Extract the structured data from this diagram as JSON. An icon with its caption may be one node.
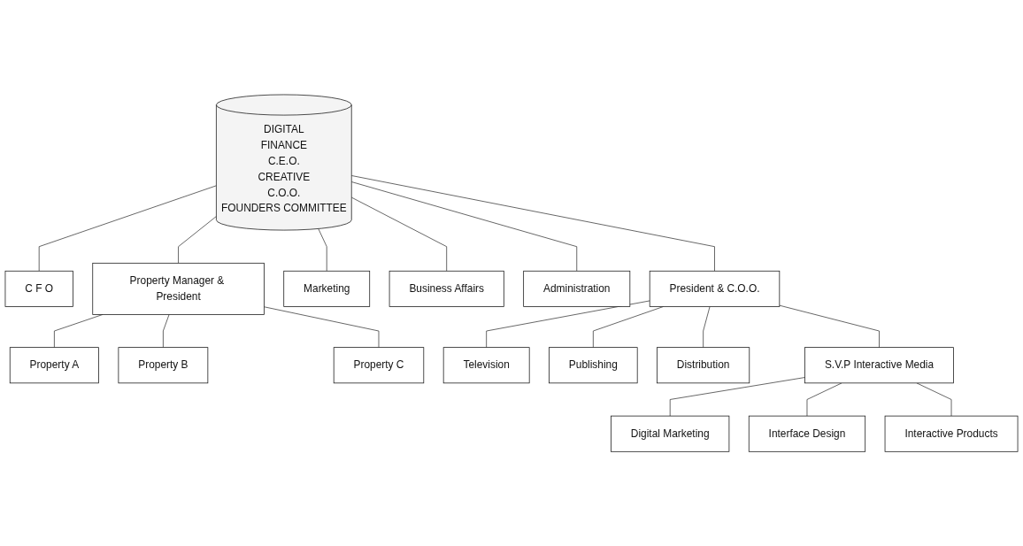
{
  "diagram": {
    "nodes": [
      {
        "text": [
          "DIGITAL",
          "FINANCE",
          "C.E.O.",
          "CREATIVE",
          "C.O.O.",
          "FOUNDERS COMMITTEE"
        ]
      },
      {
        "text": [
          "C F O"
        ]
      },
      {
        "text": [
          "Property Manager & President"
        ]
      },
      {
        "text": [
          "Marketing"
        ]
      },
      {
        "text": [
          "Business Affairs"
        ]
      },
      {
        "text": [
          "Administration"
        ]
      },
      {
        "text": [
          "President & C.O.O."
        ]
      },
      {
        "text": [
          "Property A"
        ]
      },
      {
        "text": [
          "Property B"
        ]
      },
      {
        "text": [
          "Property C"
        ]
      },
      {
        "text": [
          "Television"
        ]
      },
      {
        "text": [
          "Publishing"
        ]
      },
      {
        "text": [
          "Distribution"
        ]
      },
      {
        "text": [
          "S.V.P Interactive Media"
        ]
      },
      {
        "text": [
          "Digital Marketing"
        ]
      },
      {
        "text": [
          "Interface Design"
        ]
      },
      {
        "text": [
          "Interactive Products"
        ]
      }
    ],
    "edges": [
      {
        "from": 0,
        "to": 1,
        "arrow": "none"
      },
      {
        "from": 0,
        "to": 2,
        "arrow": "none"
      },
      {
        "from": 0,
        "to": 3,
        "arrow": "none"
      },
      {
        "from": 0,
        "to": 4,
        "arrow": "none"
      },
      {
        "from": 0,
        "to": 5,
        "arrow": "none"
      },
      {
        "from": 0,
        "to": 6,
        "arrow": "none"
      },
      {
        "from": 2,
        "to": 7,
        "arrow": "none"
      },
      {
        "from": 2,
        "to": 8,
        "arrow": "none"
      },
      {
        "from": 2,
        "to": 9,
        "arrow": "none"
      },
      {
        "from": 6,
        "to": 10,
        "arrow": "none"
      },
      {
        "from": 6,
        "to": 11,
        "arrow": "none"
      },
      {
        "from": 6,
        "to": 12,
        "arrow": "none"
      },
      {
        "from": 6,
        "to": 13,
        "arrow": "none"
      },
      {
        "from": 13,
        "to": 14,
        "arrow": "none"
      },
      {
        "from": 13,
        "to": 15,
        "arrow": "none"
      },
      {
        "from": 13,
        "to": 16,
        "arrow": "none"
      }
    ]
  }
}
